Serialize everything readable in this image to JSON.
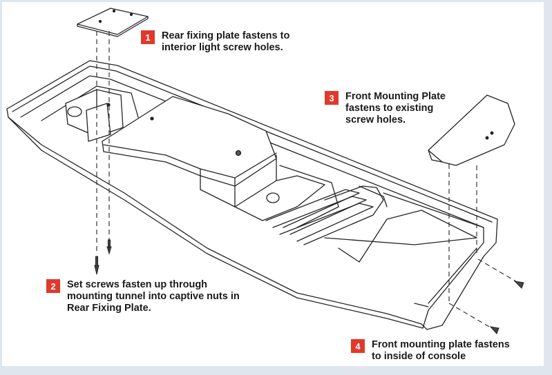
{
  "colors": {
    "badge": "#e0392b",
    "text": "#1a1a1a",
    "background": "#ffffff",
    "border": "#dfe6ee",
    "outline": "#222222"
  },
  "callouts": [
    {
      "number": "1",
      "lines": [
        "Rear fixing plate fastens to",
        "interior light screw holes."
      ]
    },
    {
      "number": "2",
      "lines": [
        "Set screws fasten up through",
        "mounting tunnel into captive nuts in",
        "Rear Fixing Plate."
      ]
    },
    {
      "number": "3",
      "lines": [
        "Front Mounting Plate",
        "fastens to existing",
        "screw holes."
      ]
    },
    {
      "number": "4",
      "lines": [
        "Front mounting plate fastens",
        "to inside of console"
      ]
    }
  ]
}
